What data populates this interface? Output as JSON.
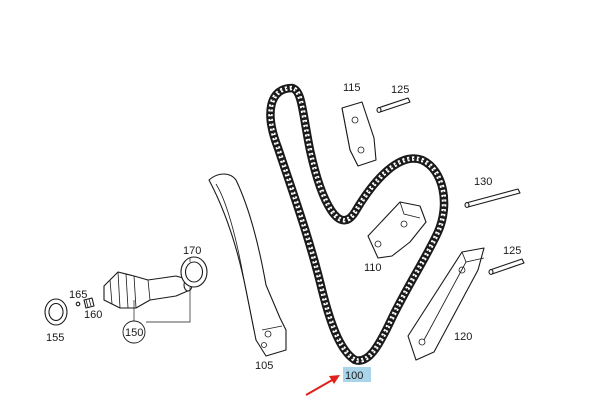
{
  "diagram": {
    "labels": {
      "p100": "100",
      "p105": "105",
      "p110": "110",
      "p115": "115",
      "p120": "120",
      "p125a": "125",
      "p125b": "125",
      "p130": "130",
      "p150": "150",
      "p155": "155",
      "p160": "160",
      "p165": "165",
      "p170": "170"
    },
    "colors": {
      "highlight": "#a9d4ea",
      "pointer": "#e0201b",
      "line": "#1a1a1a"
    }
  }
}
